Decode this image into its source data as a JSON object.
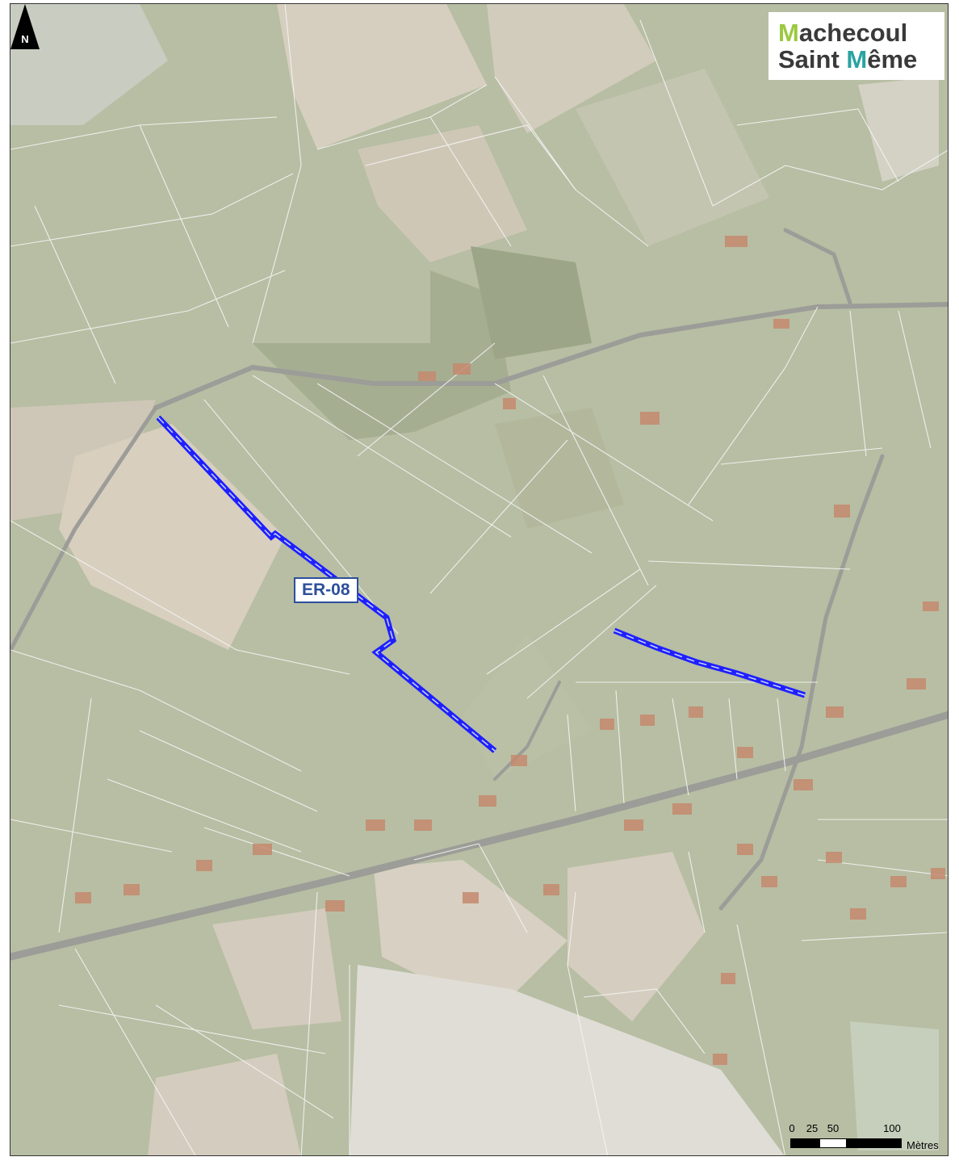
{
  "logo": {
    "line1_first": "M",
    "line1_rest": "achecoul",
    "line2_a": "Saint ",
    "line2_first": "M",
    "line2_rest": "ême"
  },
  "north_arrow": {
    "letter": "N"
  },
  "parcel_label": "ER-08",
  "scale_bar": {
    "ticks": [
      "0",
      "25",
      "50",
      "100"
    ],
    "unit": "Mètres"
  },
  "colors": {
    "parcel_outline": "#1f1fff",
    "label_border": "#2d4f9c",
    "cadastre_line": "#f4f4f4"
  }
}
